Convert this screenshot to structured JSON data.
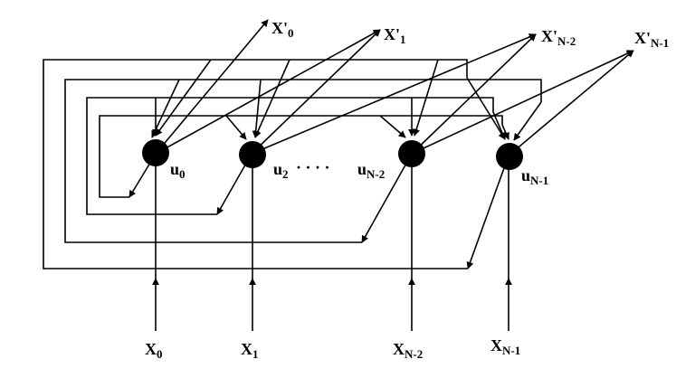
{
  "diagram": {
    "nodes": [
      {
        "base": "u",
        "sub": "0"
      },
      {
        "base": "u",
        "sub": "2"
      },
      {
        "base": "u",
        "sub": "N-2"
      },
      {
        "base": "u",
        "sub": "N-1"
      }
    ],
    "ellipsis": "· · · ·",
    "inputs": [
      {
        "base": "X",
        "sub": "0"
      },
      {
        "base": "X",
        "sub": "1"
      },
      {
        "base": "X",
        "sub": "N-2"
      },
      {
        "base": "X",
        "sub": "N-1"
      }
    ],
    "outputs": [
      {
        "base": "X'",
        "sub": "0"
      },
      {
        "base": "X'",
        "sub": "1"
      },
      {
        "base": "X'",
        "sub": "N-2"
      },
      {
        "base": "X'",
        "sub": "N-1"
      }
    ],
    "colors": {
      "ink": "#000000",
      "background": "#ffffff"
    }
  }
}
